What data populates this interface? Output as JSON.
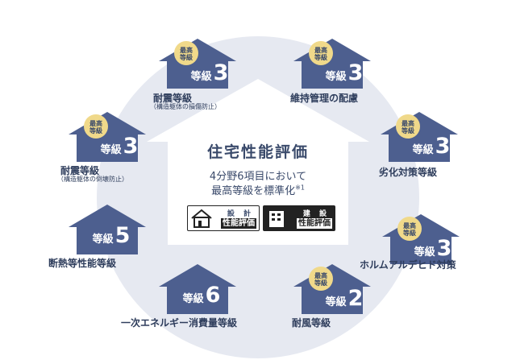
{
  "center": {
    "title": "住宅性能評価",
    "line1": "4分野6項目において",
    "line2": "最高等級を標準化",
    "note": "※1",
    "logo_design": {
      "small": "設 計",
      "big": "性能評価"
    },
    "logo_build": {
      "small": "建 設",
      "big": "性能評価"
    }
  },
  "colors": {
    "badge": "#4d5f8f",
    "medal": "#f0d98a",
    "circle": "#e6e9f1"
  },
  "medal_text": [
    "最高",
    "等級"
  ],
  "grade_label": "等級",
  "items": [
    {
      "grade": "3",
      "label": "耐震等級",
      "sub": "（構造躯体の損傷防止）",
      "top": true
    },
    {
      "grade": "3",
      "label": "維持管理の配慮",
      "sub": "",
      "top": true
    },
    {
      "grade": "3",
      "label": "耐震等級",
      "sub": "（構造躯体の倒壊防止）",
      "top": true
    },
    {
      "grade": "3",
      "label": "劣化対策等級",
      "sub": "",
      "top": true
    },
    {
      "grade": "5",
      "label": "断熱等性能等級",
      "sub": "",
      "top": false
    },
    {
      "grade": "3",
      "label": "ホルムアルデヒド対策",
      "sub": "",
      "top": true
    },
    {
      "grade": "6",
      "label": "一次エネルギー消費量等級",
      "sub": "",
      "top": false
    },
    {
      "grade": "2",
      "label": "耐風等級",
      "sub": "",
      "top": true
    }
  ]
}
